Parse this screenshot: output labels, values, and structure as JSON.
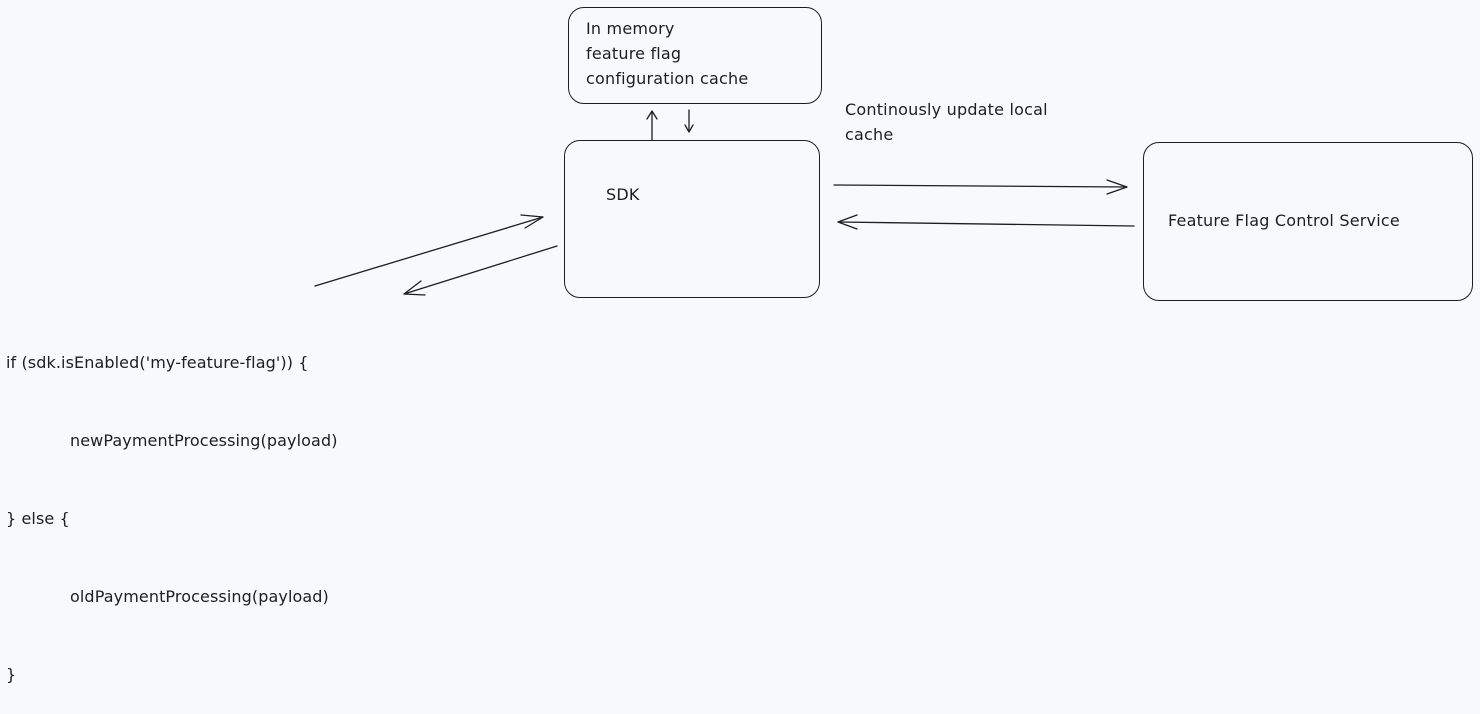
{
  "nodes": {
    "cache": {
      "lines": [
        "In memory",
        "feature flag",
        "configuration cache"
      ]
    },
    "sdk": {
      "label": "SDK"
    },
    "service": {
      "label": "Feature Flag Control Service"
    }
  },
  "edge_labels": {
    "update": [
      "Continously update local",
      "cache"
    ]
  },
  "code": {
    "lines": [
      "if (sdk.isEnabled('my-feature-flag')) {",
      "newPaymentProcessing(payload)",
      "} else {",
      "oldPaymentProcessing(payload)",
      "}"
    ]
  }
}
